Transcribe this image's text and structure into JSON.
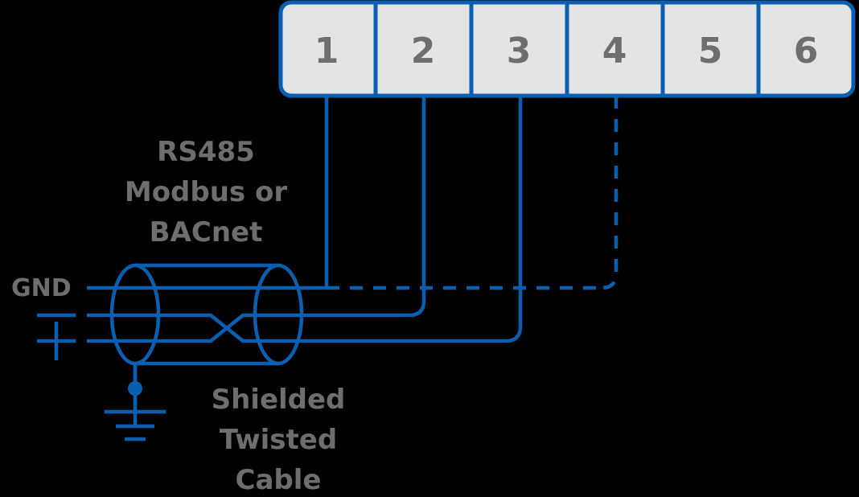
{
  "diagram": {
    "title": "RS485 Modbus or BACnet shielded twisted cable wiring",
    "colors": {
      "wire": "#0B5FB0",
      "terminal_fill": "#E4E4E4",
      "terminal_border": "#0B5FB0",
      "text_gray": "#6E6E6E",
      "background": "#000000"
    }
  },
  "terminal_block": {
    "name": "terminal-block",
    "terminals": [
      {
        "number": "1",
        "label": "1"
      },
      {
        "number": "2",
        "label": "2"
      },
      {
        "number": "3",
        "label": "3"
      },
      {
        "number": "4",
        "label": "4"
      },
      {
        "number": "5",
        "label": "5"
      },
      {
        "number": "6",
        "label": "6"
      }
    ]
  },
  "labels": {
    "protocol": {
      "line1": "RS485",
      "line2": "Modbus or",
      "line3": "BACnet"
    },
    "cable": {
      "line1": "Shielded",
      "line2": "Twisted",
      "line3": "Cable"
    },
    "ground": "GND",
    "minus": "−",
    "plus": "+"
  },
  "connections": [
    {
      "signal": "GND",
      "from": "cable-conductor-1",
      "to_terminal": "1",
      "style": "solid"
    },
    {
      "signal": "−",
      "from": "cable-conductor-2",
      "to_terminal": "2",
      "style": "solid"
    },
    {
      "signal": "+",
      "from": "cable-conductor-3",
      "to_terminal": "3",
      "style": "solid"
    },
    {
      "signal": "shield",
      "from": "cable-shield",
      "to_terminal": "4",
      "style": "dashed"
    }
  ]
}
